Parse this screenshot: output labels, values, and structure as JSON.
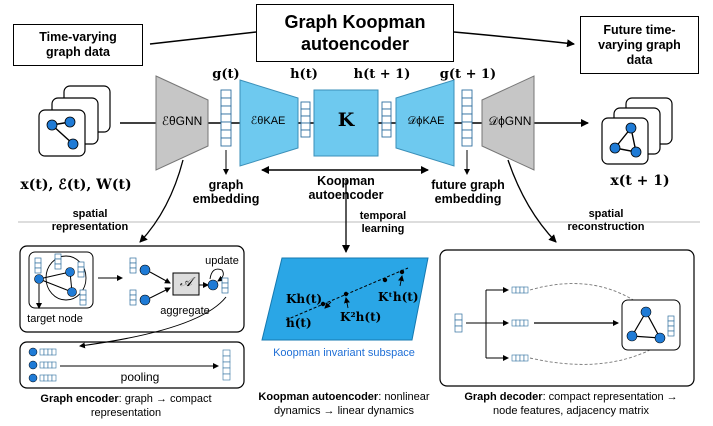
{
  "top": {
    "title_line1": "Graph Koopman",
    "title_line2": "autoencoder",
    "input_box_line1": "Time-varying",
    "input_box_line2": "graph data",
    "output_box_line1": "Future time-",
    "output_box_line2": "varying graph",
    "output_box_line3": "data"
  },
  "pipeline": {
    "g_t": "g(t)",
    "h_t": "h(t)",
    "h_t1": "h(t + 1)",
    "g_t1": "g(t + 1)",
    "enc_gnn": "ℰθGNN",
    "enc_kae": "ℰθKAE",
    "koopman": "K",
    "dec_kae": "𝒟ϕKAE",
    "dec_gnn": "𝒟ϕGNN",
    "input_vars": "x(t), ℰ(t), W(t)",
    "output_vars": "x(t + 1)",
    "graph_embedding_line1": "graph",
    "graph_embedding_line2": "embedding",
    "koopman_ae_line1": "Koopman",
    "koopman_ae_line2": "autoencoder",
    "future_embedding_line1": "future graph",
    "future_embedding_line2": "embedding"
  },
  "middle": {
    "spatial_rep_line1": "spatial",
    "spatial_rep_line2": "representation",
    "temporal_line1": "temporal",
    "temporal_line2": "learning",
    "spatial_recon_line1": "spatial",
    "spatial_recon_line2": "reconstruction"
  },
  "encoder": {
    "update": "update",
    "aggregate_symbol": "𝒜",
    "aggregate": "aggregate",
    "target_node": "target node",
    "pooling": "pooling",
    "caption_bold": "Graph encoder",
    "caption_rest": ": graph → compact",
    "caption_line2": "representation"
  },
  "koopman_panel": {
    "kh": "Kh(t)",
    "ht": "h(t)",
    "k2h": "K²h(t)",
    "kth": "Kᵗh(t)",
    "subspace": "Koopman invariant subspace",
    "caption_bold": "Koopman autoencoder",
    "caption_rest": ": nonlinear",
    "caption_line2": "dynamics → linear dynamics"
  },
  "decoder": {
    "caption_bold": "Graph decoder",
    "caption_rest": ": compact representation →",
    "caption_line2": "node features, adjacency matrix"
  },
  "colors": {
    "node_blue": "#1f7bd6",
    "kae_cyan": "#6ec9ef",
    "gnn_gray": "#c6c6c6",
    "subspace_blue": "#2aa6e6",
    "subspace_text": "#1f6fd6"
  }
}
